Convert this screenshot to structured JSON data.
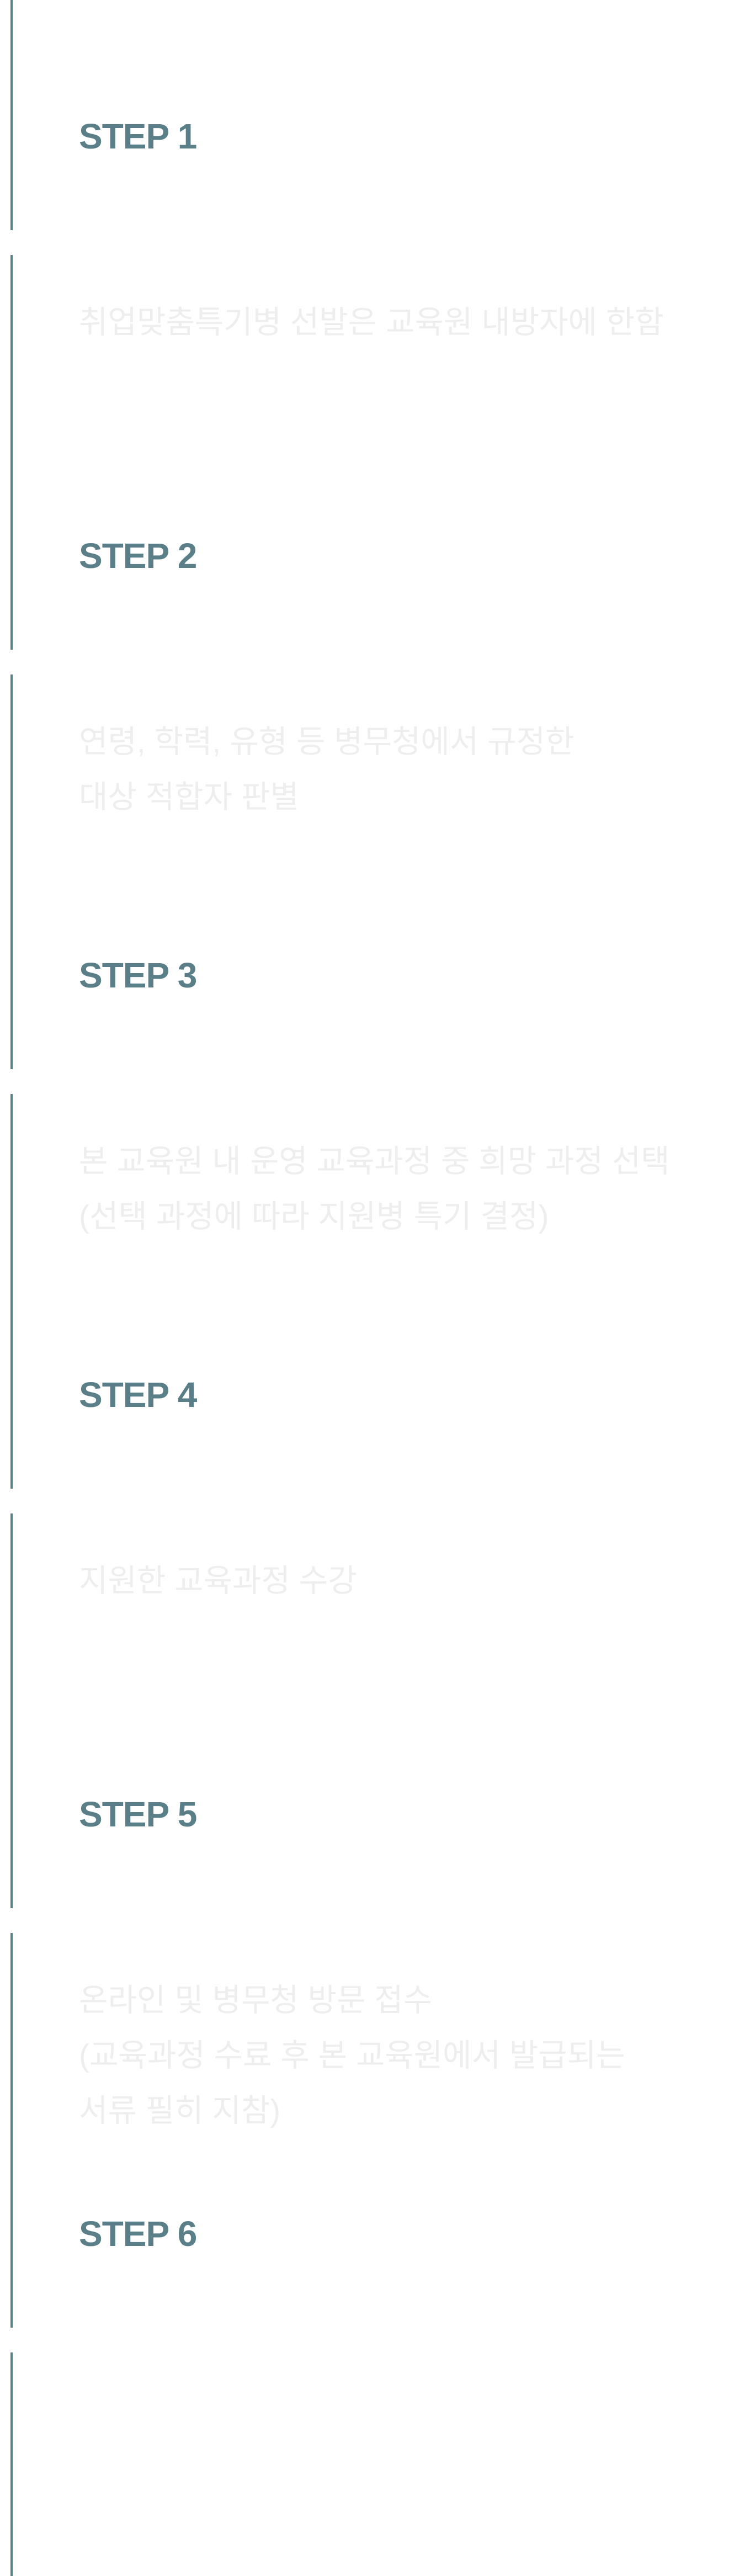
{
  "accent_color": "#5a7f88",
  "steps": [
    {
      "label": "STEP 1",
      "description": "취업맞춤특기병 선발은 교육원 내방자에 한함"
    },
    {
      "label": "STEP 2",
      "description": "연령, 학력, 유형 등 병무청에서 규정한\n대상 적합자 판별"
    },
    {
      "label": "STEP 3",
      "description": "본 교육원 내 운영 교육과정 중 희망 과정 선택\n(선택 과정에 따라 지원병 특기 결정)"
    },
    {
      "label": "STEP 4",
      "description": "지원한 교육과정 수강"
    },
    {
      "label": "STEP 5",
      "description": "온라인 및 병무청 방문 접수\n(교육과정 수료 후 본 교육원에서 발급되는\n서류 필히 지참)"
    },
    {
      "label": "STEP 6"
    }
  ]
}
